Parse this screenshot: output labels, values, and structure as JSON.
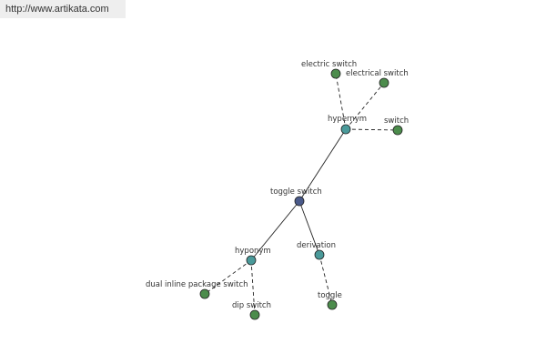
{
  "watermark": {
    "text": "http://www.artikata.com"
  },
  "colors": {
    "center": "#4a5a8a",
    "relation": "#4a9a9a",
    "leaf": "#4c8c4c"
  },
  "graph": {
    "nodes": [
      {
        "id": "toggle-switch",
        "label": "toggle switch",
        "kind": "center"
      },
      {
        "id": "hypernym",
        "label": "hypernym",
        "kind": "relation"
      },
      {
        "id": "hyponym",
        "label": "hyponym",
        "kind": "relation"
      },
      {
        "id": "derivation",
        "label": "derivation",
        "kind": "relation"
      },
      {
        "id": "electric-switch",
        "label": "electric switch",
        "kind": "leaf"
      },
      {
        "id": "electrical-switch",
        "label": "electrical switch",
        "kind": "leaf"
      },
      {
        "id": "switch",
        "label": "switch",
        "kind": "leaf"
      },
      {
        "id": "dual-inline-package-switch",
        "label": "dual inline package switch",
        "kind": "leaf"
      },
      {
        "id": "dip-switch",
        "label": "dip switch",
        "kind": "leaf"
      },
      {
        "id": "toggle",
        "label": "toggle",
        "kind": "leaf"
      }
    ],
    "edges": [
      {
        "from": "toggle-switch",
        "to": "hypernym",
        "style": "solid"
      },
      {
        "from": "toggle-switch",
        "to": "hyponym",
        "style": "solid"
      },
      {
        "from": "toggle-switch",
        "to": "derivation",
        "style": "solid"
      },
      {
        "from": "hypernym",
        "to": "electric-switch",
        "style": "dashed"
      },
      {
        "from": "hypernym",
        "to": "electrical-switch",
        "style": "dashed"
      },
      {
        "from": "hypernym",
        "to": "switch",
        "style": "dashed"
      },
      {
        "from": "hyponym",
        "to": "dual-inline-package-switch",
        "style": "dashed"
      },
      {
        "from": "hyponym",
        "to": "dip-switch",
        "style": "dashed"
      },
      {
        "from": "derivation",
        "to": "toggle",
        "style": "dashed"
      }
    ]
  }
}
